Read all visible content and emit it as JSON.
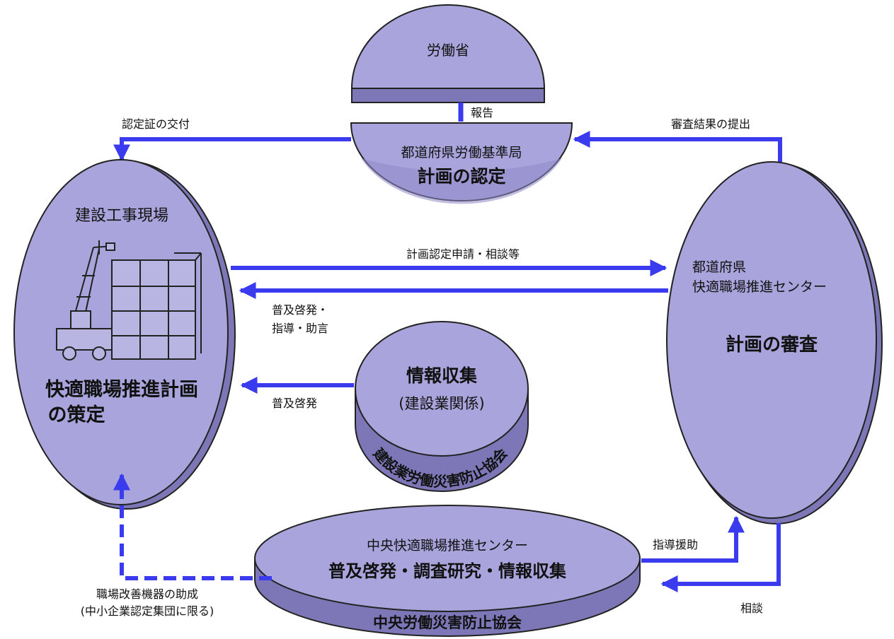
{
  "colors": {
    "node_fill": "#a9a4dc",
    "node_side": "#7d77b8",
    "ring_fill": "#8f89c8",
    "arrow": "#3a3aee",
    "text": "#111111",
    "background": "#ffffff"
  },
  "nodes": {
    "ministry": {
      "title": "労働省"
    },
    "prefectural_bureau": {
      "subtitle": "都道府県労働基準局",
      "title": "計画の認定"
    },
    "construction_site": {
      "subtitle": "建設工事現場",
      "title_line1": "快適職場推進計画",
      "title_line2": "の策定",
      "illustration": "crane-building-icon"
    },
    "prefectural_center": {
      "subtitle_line1": "都道府県",
      "subtitle_line2": "快適職場推進センター",
      "title": "計画の審査"
    },
    "construction_association": {
      "title": "情報収集",
      "subtitle": "(建設業関係)",
      "ring_label": "建設業労働災害防止協会"
    },
    "central_center": {
      "subtitle": "中央快適職場推進センター",
      "title": "普及啓発・調査研究・情報収集",
      "ring_label": "中央労働災害防止協会"
    }
  },
  "edges": {
    "report": "報告",
    "certificate_issue": "認定証の交付",
    "review_result": "審査結果の提出",
    "application": "計画認定申請・相談等",
    "guidance_line1": "普及啓発・",
    "guidance_line2": "指導・助言",
    "promotion": "普及啓発",
    "support": "指導援助",
    "consultation": "相談",
    "subsidy_line1": "職場改善機器の助成",
    "subsidy_line2": "(中小企業認定集団に限る)"
  }
}
